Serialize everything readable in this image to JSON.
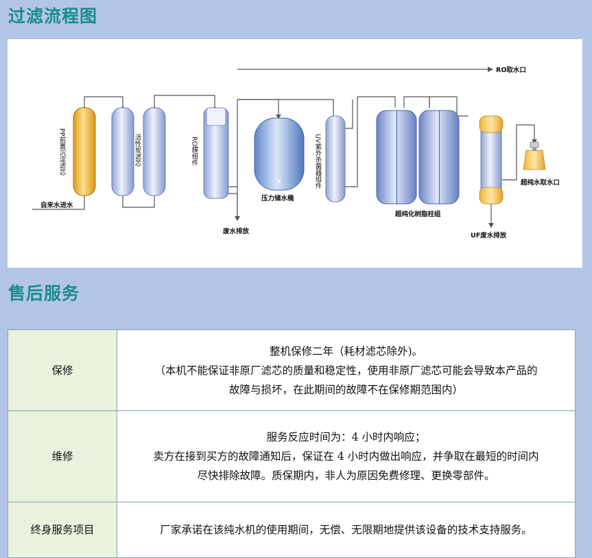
{
  "sections": {
    "flow_title": "过滤流程图",
    "service_title": "售后服务"
  },
  "diagram": {
    "labels": {
      "pp": "PP前置沉淀滤芯",
      "carbon": "活性炭滤芯",
      "ro": "RO膜组件",
      "tank": "压力储水桶",
      "uv": "UV紫外杀菌器组件",
      "resin": "超纯化树脂柱组",
      "uf_drain": "UF废水排放",
      "tap_in": "自来水进水",
      "waste": "废水排放",
      "ro_outlet": "RO取水口",
      "up_outlet": "超纯水取水口"
    },
    "colors": {
      "pp_body": "#f5c24a",
      "membrane_body": "#c9d6ef",
      "resin_body": "#9fb3e0",
      "uf_body": "#dde3f4"
    }
  },
  "service": {
    "rows": [
      {
        "label": "保修",
        "lines": [
          "整机保修二年（耗材滤芯除外)。",
          "（本机不能保证非原厂滤芯的质量和稳定性，使用非原厂滤芯可能会导致本产品的",
          "故障与损坏，在此期间的故障不在保修期范围内）"
        ]
      },
      {
        "label": "维修",
        "lines": [
          "服务反应时间为：4 小时内响应；",
          "卖方在接到买方的故障通知后，保证在 4 小时内做出响应，并争取在最短的时间内",
          "尽快排除故障。质保期内，非人为原因免费修理、更换零部件。"
        ]
      },
      {
        "label": "终身服务项目",
        "lines": [
          "厂家承诺在该纯水机的使用期间，无偿、无限期地提供该设备的技术支持服务。"
        ]
      }
    ]
  }
}
